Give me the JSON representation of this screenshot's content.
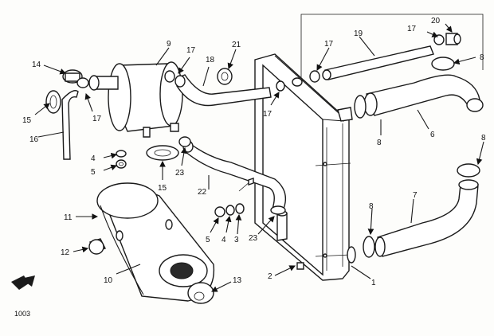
{
  "diagram_code": "1003",
  "callouts": [
    "1",
    "2",
    "3",
    "4",
    "5",
    "6",
    "7",
    "8",
    "9",
    "10",
    "11",
    "12",
    "13",
    "14",
    "15",
    "16",
    "17",
    "18",
    "19",
    "20",
    "21",
    "22",
    "23"
  ]
}
